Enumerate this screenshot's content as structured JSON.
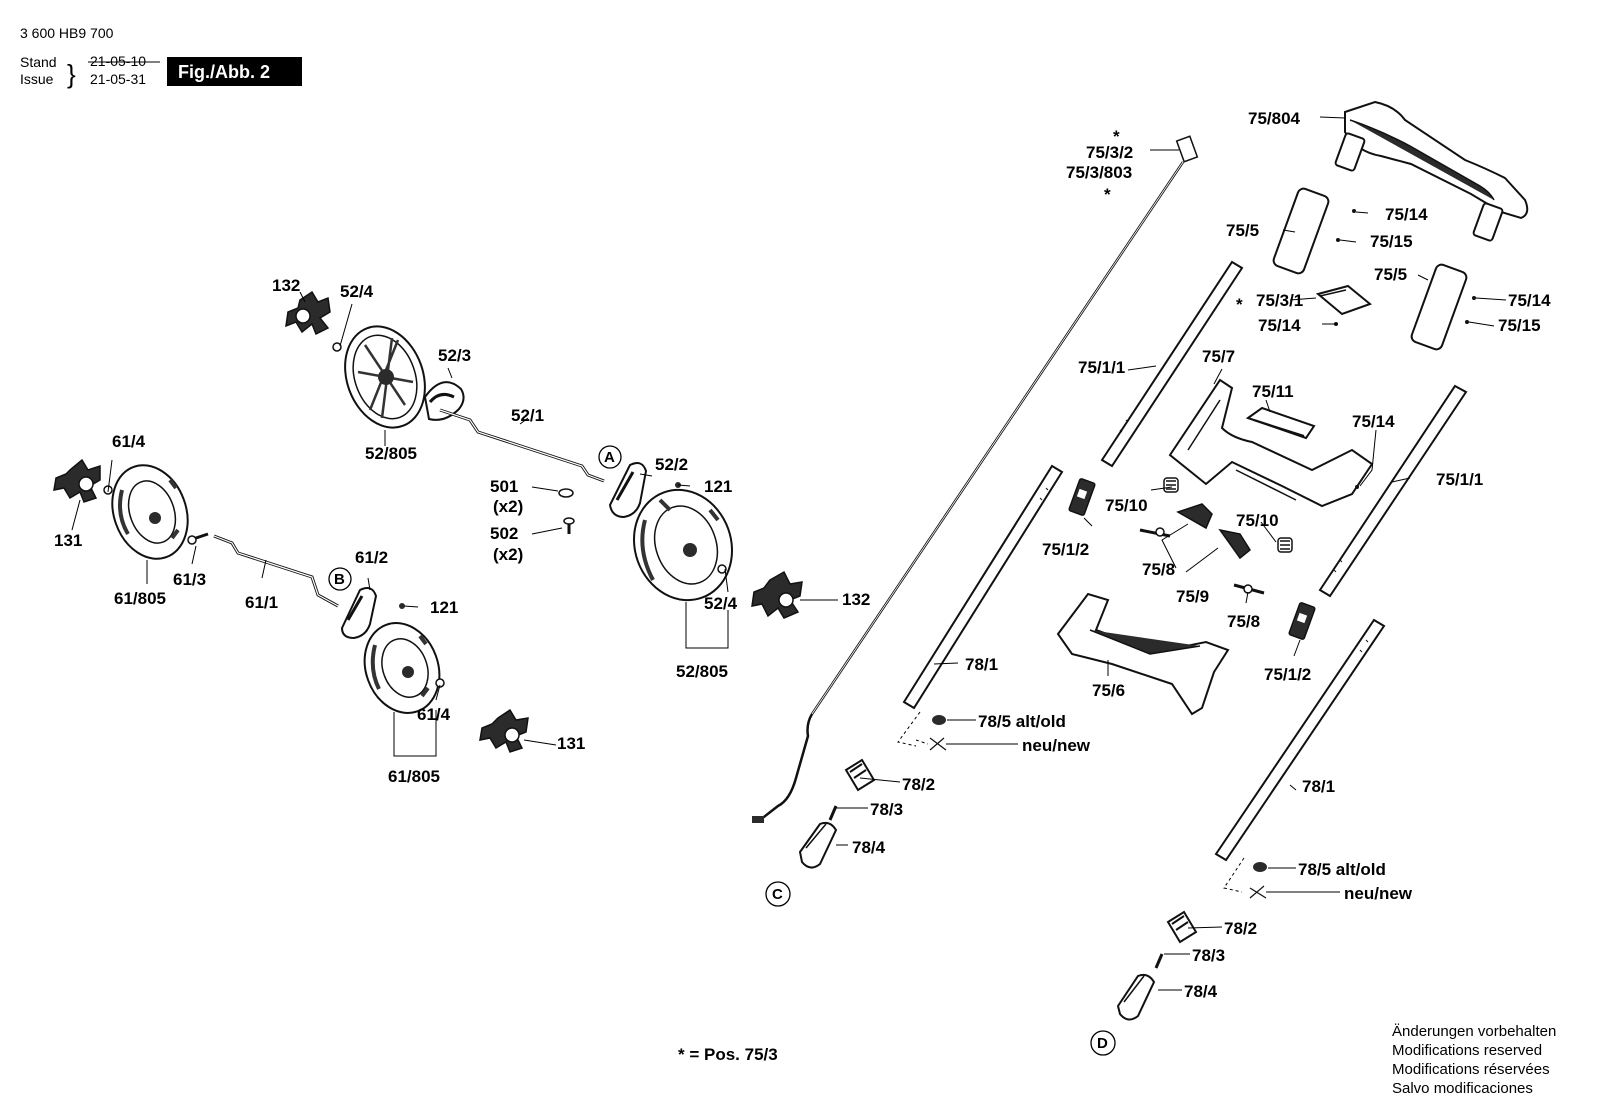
{
  "header": {
    "part_number": "3 600 HB9 700",
    "stand_label": "Stand",
    "issue_label": "Issue",
    "brace": "}",
    "old_date": "21-05-10",
    "new_date": "21-05-31",
    "figure_label": "Fig./Abb. 2"
  },
  "labels": {
    "p132_top": "132",
    "p52_4_top": "52/4",
    "p52_3": "52/3",
    "p52_805_top": "52/805",
    "p52_1": "52/1",
    "p52_2": "52/2",
    "p121_top": "121",
    "p501": "501",
    "p501_qty": "(x2)",
    "p502": "502",
    "p502_qty": "(x2)",
    "p132_right": "132",
    "p52_4_right": "52/4",
    "p52_805_bottom": "52/805",
    "p61_4_top": "61/4",
    "p131_left": "131",
    "p61_805_left": "61/805",
    "p61_3": "61/3",
    "p61_1": "61/1",
    "p61_2": "61/2",
    "p121_bottom": "121",
    "p61_4_bottom": "61/4",
    "p131_right": "131",
    "p61_805_bottom": "61/805",
    "p75_3_2": "75/3/2",
    "p75_3_803": "75/3/803",
    "p75_804": "75/804",
    "p75_5_top": "75/5",
    "p75_14_a": "75/14",
    "p75_15_a": "75/15",
    "p75_5_right": "75/5",
    "p75_3_1": "75/3/1",
    "p75_14_b": "75/14",
    "p75_14_c": "75/14",
    "p75_15_b": "75/15",
    "p75_1_1_left": "75/1/1",
    "p75_7": "75/7",
    "p75_11": "75/11",
    "p75_14_d": "75/14",
    "p75_1_1_right": "75/1/1",
    "p75_10_left": "75/10",
    "p75_10_right": "75/10",
    "p75_1_2_left": "75/1/2",
    "p75_8_left": "75/8",
    "p75_9": "75/9",
    "p75_8_right": "75/8",
    "p75_1_2_right": "75/1/2",
    "p78_1_left": "78/1",
    "p75_6": "75/6",
    "p78_5_left": "78/5 alt/old",
    "neu_new_left": "neu/new",
    "p78_2_left": "78/2",
    "p78_3_left": "78/3",
    "p78_4_left": "78/4",
    "p78_1_right": "78/1",
    "p78_5_right": "78/5 alt/old",
    "neu_new_right": "neu/new",
    "p78_2_right": "78/2",
    "p78_3_right": "78/3",
    "p78_4_right": "78/4"
  },
  "circles": {
    "A": "A",
    "B": "B",
    "C": "C",
    "D": "D"
  },
  "stars": {
    "symbol": "*"
  },
  "footer": {
    "note": "* = Pos. 75/3",
    "disclaimer": [
      "Änderungen vorbehalten",
      "Modifications reserved",
      "Modifications réservées",
      "Salvo modificaciones"
    ]
  }
}
